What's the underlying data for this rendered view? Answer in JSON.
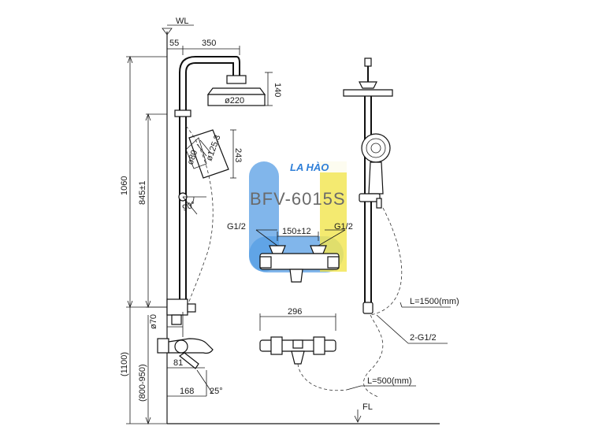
{
  "brand_text": "LA HÀO",
  "model_text": "BFV-6015S",
  "dimensions": {
    "wl": "WL",
    "fl": "FL",
    "arm_offset": "55",
    "arm_length": "350",
    "head_height": "140",
    "head_diameter": "ø220",
    "hand_len": "243",
    "hand_dia": "ø125.3",
    "hand_small": "ø80",
    "total_height": "1060",
    "slide_height": "845±1",
    "angle_90": "90°",
    "valve_dia": "ø70",
    "spout_81": "81",
    "spout_168": "168",
    "angle_25": "25°",
    "height_1100": "(1100)",
    "height_800_950": "(800-950)",
    "g_left": "G1/2",
    "g_right": "G1/2",
    "centers": "150±12",
    "mixer_width": "296",
    "hose_long": "L=1500(mm)",
    "hose_conn": "2-G1/2",
    "hose_short": "L=500(mm)"
  },
  "colors": {
    "logo_blue": "#3a8de0",
    "logo_yellow": "#f0e23a",
    "line": "#1a1a1a"
  }
}
